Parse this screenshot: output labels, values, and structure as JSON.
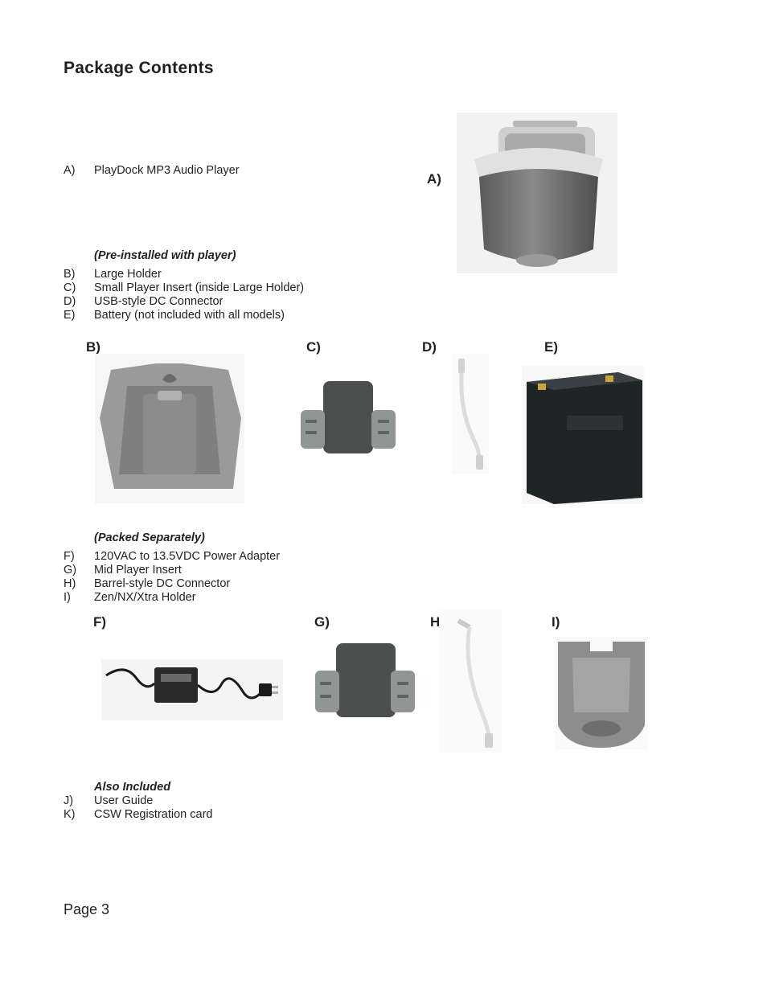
{
  "title": "Package Contents",
  "item_a": {
    "letter": "A)",
    "text": "PlayDock MP3 Audio Player"
  },
  "section_preinstalled": {
    "heading": "(Pre-installed with player)",
    "items": [
      {
        "letter": "B)",
        "text": "Large Holder"
      },
      {
        "letter": "C)",
        "text": "Small Player Insert (inside Large Holder)"
      },
      {
        "letter": "D)",
        "text": "USB-style DC Connector"
      },
      {
        "letter": "E)",
        "text": "Battery (not included with all models)"
      }
    ]
  },
  "section_separate": {
    "heading": "(Packed Separately)",
    "items": [
      {
        "letter": "F)",
        "text": "120VAC to 13.5VDC Power Adapter"
      },
      {
        "letter": "G)",
        "text": "Mid Player Insert"
      },
      {
        "letter": "H)",
        "text": "Barrel-style DC Connector"
      },
      {
        "letter": "I)",
        "text": "Zen/NX/Xtra Holder"
      }
    ]
  },
  "section_also": {
    "heading": "Also Included",
    "items": [
      {
        "letter": "J)",
        "text": "User Guide"
      },
      {
        "letter": "K)",
        "text": "CSW Registration card"
      }
    ]
  },
  "image_labels": {
    "a": "A)",
    "b": "B)",
    "c": "C)",
    "d": "D)",
    "e": "E)",
    "f": "F)",
    "g": "G)",
    "h": "H)",
    "i": "I)"
  },
  "page_number": "Page 3"
}
